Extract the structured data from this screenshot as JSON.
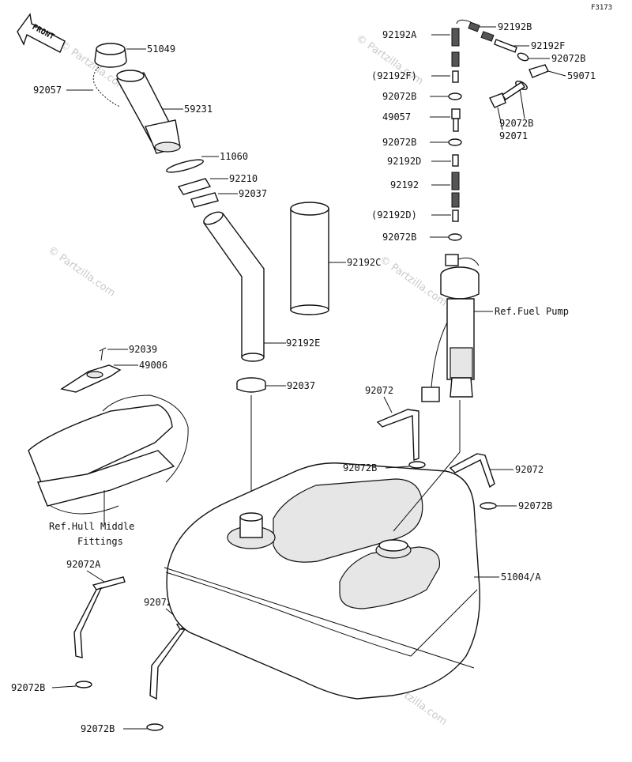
{
  "figure_code": "F3173",
  "front_label": "FRONT",
  "watermark": "© Partzilla.com",
  "labels": {
    "p51049": "51049",
    "p92057": "92057",
    "p59231": "59231",
    "p11060": "11060",
    "p92210": "92210",
    "p92037a": "92037",
    "p92192C": "92192C",
    "p92192E": "92192E",
    "p92039": "92039",
    "p49006": "49006",
    "p92037b": "92037",
    "ref_hull_1": "Ref.Hull Middle",
    "ref_hull_2": "Fittings",
    "p92072A_a": "92072A",
    "p92072A_b": "92072A",
    "p92072B_l1": "92072B",
    "p92072B_l2": "92072B",
    "p92192A": "92192A",
    "p92192B": "92192B",
    "p92192F": "92192F",
    "p92072B_r1": "92072B",
    "p59071": "59071",
    "p92192F_p": "(92192F)",
    "p92072B_r2": "92072B",
    "p92072B_r3": "92072B",
    "p92071": "92071",
    "p49057": "49057",
    "p92072B_r4": "92072B",
    "p92192D": "92192D",
    "p92192": "92192",
    "p92192D_p": "(92192D)",
    "p92072B_r5": "92072B",
    "ref_fuel_pump": "Ref.Fuel Pump",
    "p92072_a": "92072",
    "p92072B_m": "92072B",
    "p92072_b": "92072",
    "p92072B_r6": "92072B",
    "p51004A": "51004/A"
  }
}
